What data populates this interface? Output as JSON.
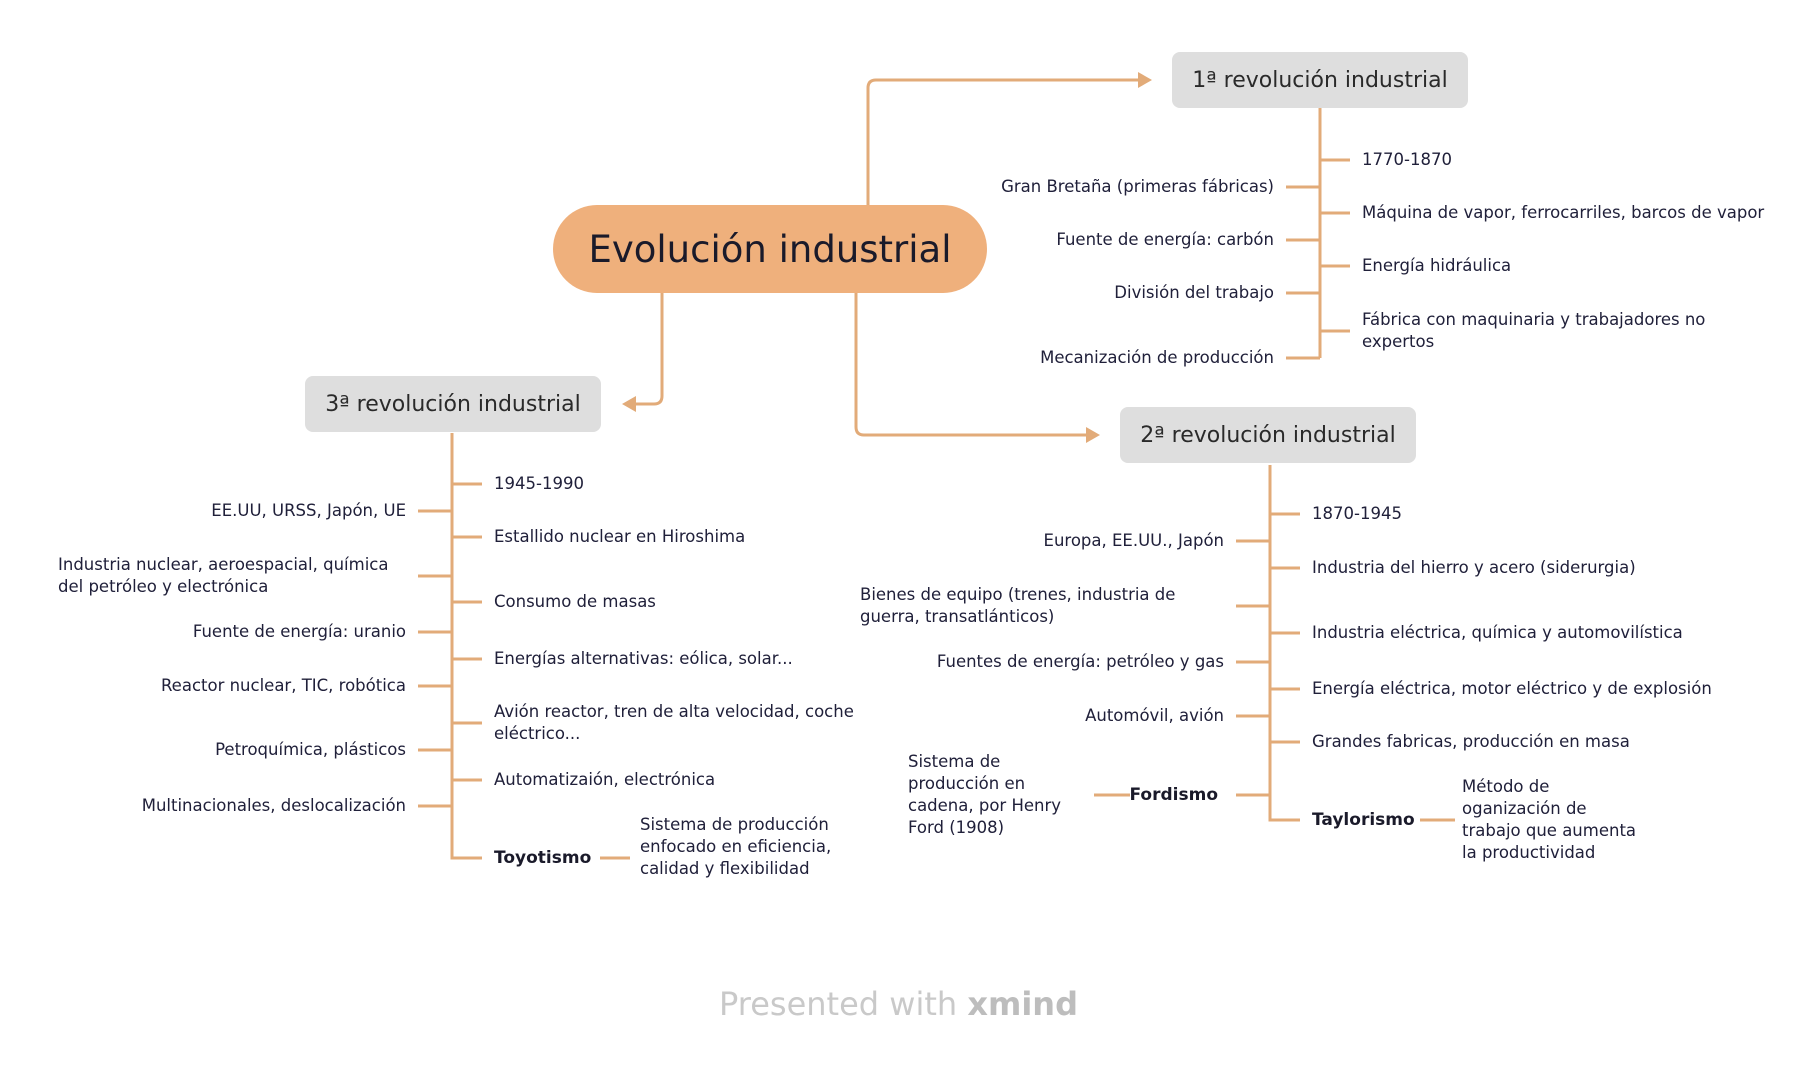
{
  "root": {
    "label": "Evolución industrial"
  },
  "first": {
    "title": "1ª revolución industrial",
    "right": [
      "1770-1870",
      "Máquina de vapor, ferrocarriles, barcos de vapor",
      "Energía hidráulica",
      "Fábrica con maquinaria y trabajadores no expertos"
    ],
    "left": [
      "Gran Bretaña (primeras fábricas)",
      "Fuente de energía: carbón",
      "División del trabajo",
      "Mecanización de producción"
    ]
  },
  "second": {
    "title": "2ª revolución industrial",
    "right": [
      "1870-1945",
      "Industria del hierro y acero (siderurgia)",
      "Industria eléctrica, química y automovilística",
      "Energía eléctrica, motor eléctrico y de explosión",
      "Grandes fabricas, producción en masa"
    ],
    "left": [
      "Europa, EE.UU., Japón",
      "Bienes de equipo (trenes, industria de guerra, transatlánticos)",
      "Fuentes de energía: petróleo y gas",
      "Automóvil, avión"
    ],
    "taylorismo": {
      "label": "Taylorismo",
      "desc": "Método de oganización de trabajo que aumenta la productividad"
    },
    "fordismo": {
      "label": "Fordismo",
      "desc": "Sistema de producción en cadena, por Henry Ford (1908)"
    }
  },
  "third": {
    "title": "3ª revolución industrial",
    "right": [
      "1945-1990",
      "Estallido nuclear en Hiroshima",
      "Consumo de masas",
      "Energías alternativas: eólica, solar...",
      "Avión reactor, tren de alta velocidad, coche eléctrico...",
      "Automatizaión, electrónica"
    ],
    "left": [
      "EE.UU, URSS, Japón, UE",
      "Industria nuclear, aeroespacial, química del petróleo y electrónica",
      "Fuente de energía: uranio",
      "Reactor nuclear, TIC, robótica",
      "Petroquímica, plásticos",
      "Multinacionales, deslocalización"
    ],
    "toyotismo": {
      "label": "Toyotismo",
      "desc": "Sistema de producción enfocado en eficiencia, calidad y flexibilidad"
    }
  },
  "footer": {
    "prefix": "Presented with",
    "brand": "xmind"
  },
  "colors": {
    "line": "#e2ab79",
    "root": "#efb07c",
    "topic": "#dedede"
  }
}
